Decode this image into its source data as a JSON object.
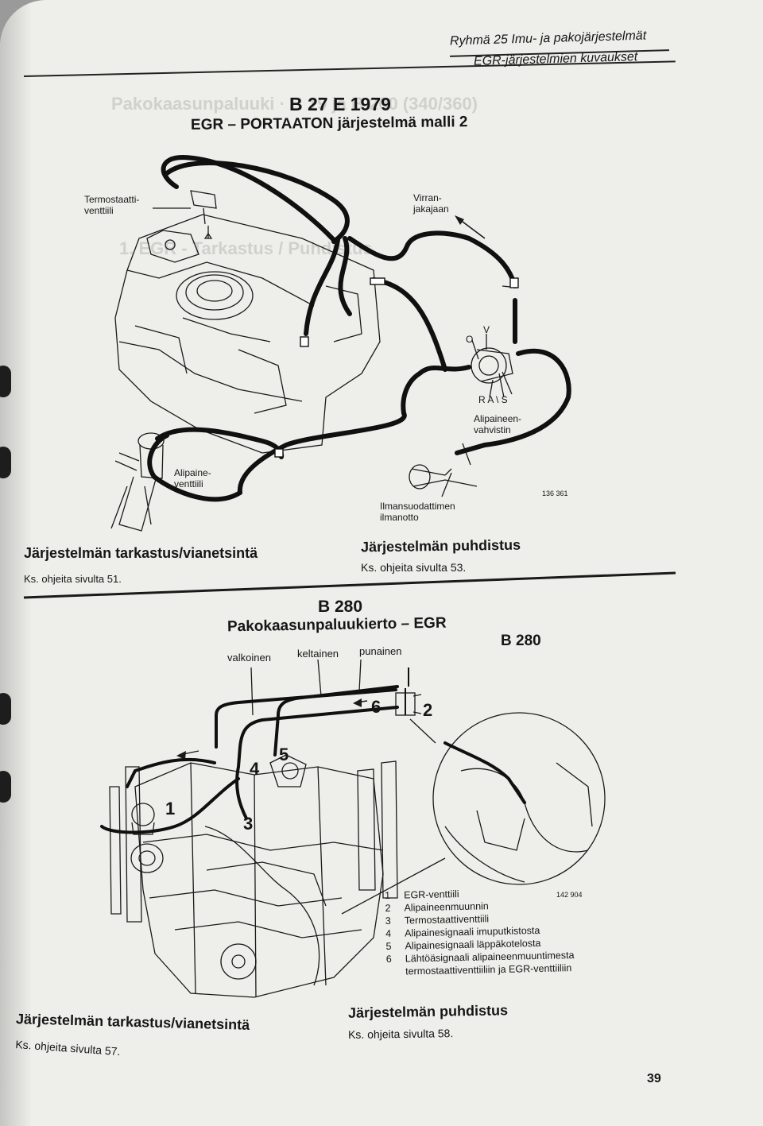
{
  "header": {
    "group": "Ryhmä 25 Imu- ja pakojärjestelmät",
    "section": "EGR-järjestelmien kuvaukset"
  },
  "diagram1": {
    "model": "B 27 E 1979",
    "system": "EGR – PORTAATON järjestelmä malli 2",
    "labels": {
      "thermostat_valve": "Termostaatti-\nventtiili",
      "distributor": "Virran-\njakajaan",
      "port_o": "O",
      "port_v": "V",
      "ports_ras": "R A \\ S",
      "vacuum_amplifier": "Alipaineen-\nvahvistin",
      "vacuum_valve": "Alipaine-\nventtiili",
      "air_filter_inlet": "Ilmansuodattimen\nilmanotto"
    },
    "figure_number": "136 361"
  },
  "sections": {
    "top_left": {
      "title": "Järjestelmän tarkastus/vianetsintä",
      "text": "Ks. ohjeita sivulta 51."
    },
    "top_right": {
      "title": "Järjestelmän puhdistus",
      "text": "Ks. ohjeita sivulta 53."
    },
    "bottom_left": {
      "title": "Järjestelmän tarkastus/vianetsintä",
      "text": "Ks. ohjeita sivulta 57."
    },
    "bottom_right": {
      "title": "Järjestelmän puhdistus",
      "text": "Ks. ohjeita sivulta 58."
    }
  },
  "diagram2": {
    "model": "B 280",
    "system": "Pakokaasunpaluukierto – EGR",
    "model_label": "B 280",
    "colors": {
      "white": "valkoinen",
      "yellow": "keltainen",
      "red": "punainen"
    },
    "callouts": [
      "1",
      "2",
      "3",
      "4",
      "5",
      "6"
    ],
    "figure_number": "142 904"
  },
  "legend": [
    {
      "n": "1",
      "text": "EGR-venttiili"
    },
    {
      "n": "2",
      "text": "Alipaineenmuunnin"
    },
    {
      "n": "3",
      "text": "Termostaattiventtiili"
    },
    {
      "n": "4",
      "text": "Alipainesignaali imuputkistosta"
    },
    {
      "n": "5",
      "text": "Alipainesignaali läppäkotelosta"
    },
    {
      "n": "6",
      "text": "Lähtöäsignaali alipaineenmuuntimesta",
      "text2": "termostaattiventtiiliin ja EGR-venttiiliin"
    }
  ],
  "page_number": "39"
}
